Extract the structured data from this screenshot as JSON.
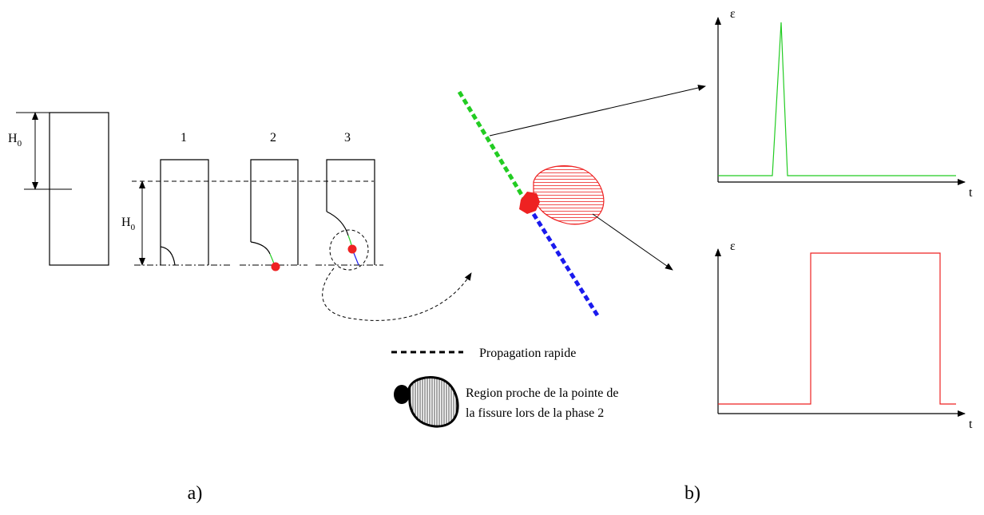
{
  "colors": {
    "stroke": "#000000",
    "green": "#22cc22",
    "blue": "#1a1aee",
    "red": "#ee2222"
  },
  "panel_a": {
    "height_label_main": "H",
    "height_label_sub": "0",
    "steps": [
      "1",
      "2",
      "3"
    ],
    "caption": "a)"
  },
  "panel_b": {
    "axis_y_label": "ε",
    "axis_x_label": "t",
    "caption": "b)"
  },
  "legend": {
    "dashed_label": "Propagation rapide",
    "region_line1": "Region proche de la pointe de",
    "region_line2": "la fissure lors de la phase 2"
  }
}
